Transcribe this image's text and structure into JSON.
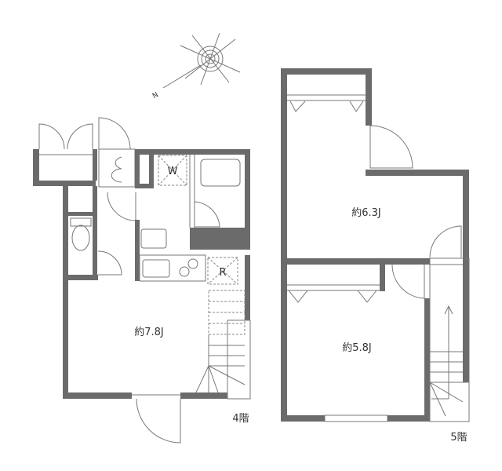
{
  "floors": [
    {
      "label": "4階",
      "rooms": [
        {
          "label": "約7.8J"
        }
      ],
      "fixtures": {
        "washer": "W",
        "fridge": "R"
      }
    },
    {
      "label": "5階",
      "rooms": [
        {
          "label": "約6.3J"
        },
        {
          "label": "約5.8J"
        }
      ]
    }
  ],
  "compass": {
    "north_label": "N"
  },
  "colors": {
    "wall": "#6b6b6b",
    "line": "#777777"
  }
}
